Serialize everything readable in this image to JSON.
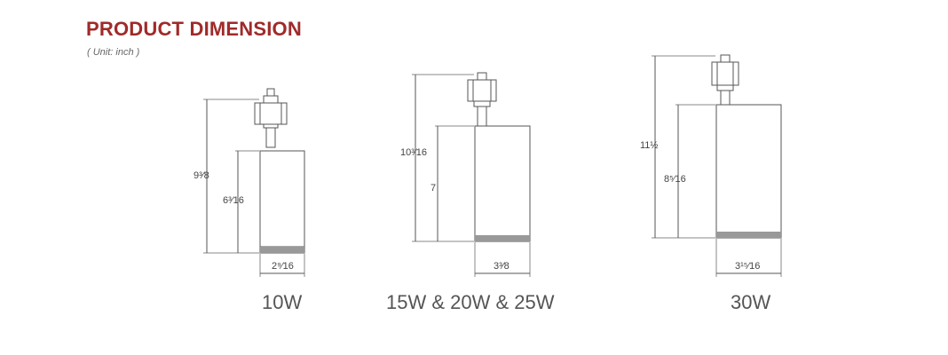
{
  "title": "PRODUCT DIMENSION",
  "unit_note": "( Unit: inch )",
  "colors": {
    "title": "#a02a2a",
    "line": "#555555"
  },
  "models": [
    {
      "label": "10W",
      "total_height": "9³⁄8",
      "body_height": "6³⁄16",
      "width": "2⁹⁄16"
    },
    {
      "label": "15W & 20W & 25W",
      "total_height": "10³⁄16",
      "body_height": "7",
      "width": "3³⁄8"
    },
    {
      "label": "30W",
      "total_height": "11½",
      "body_height": "8⁵⁄16",
      "width": "3¹⁵⁄16"
    }
  ]
}
